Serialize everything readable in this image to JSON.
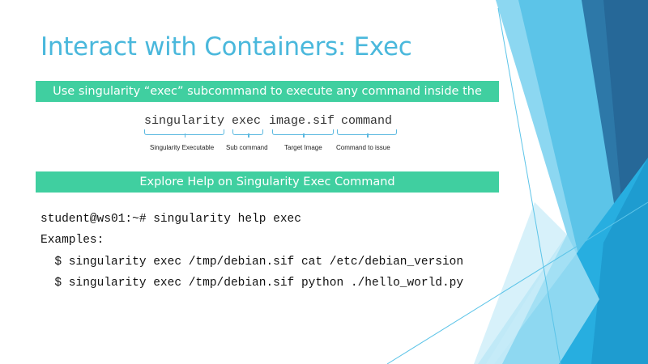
{
  "title": "Interact with Containers: Exec",
  "banner1": "Use singularity “exec” subcommand to execute any command inside the container",
  "syntax": {
    "parts": [
      {
        "text": "singularity",
        "label": "Singularity Executable"
      },
      {
        "text": "exec",
        "label": "Sub command"
      },
      {
        "text": "image.sif",
        "label": "Target Image"
      },
      {
        "text": "command",
        "label": "Command to issue"
      }
    ]
  },
  "banner2": "Explore Help on Singularity Exec Command",
  "terminal": [
    "student@ws01:~# singularity help exec",
    "Examples:",
    "  $ singularity exec /tmp/debian.sif cat /etc/debian_version",
    "  $ singularity exec /tmp/debian.sif python ./hello_world.py"
  ],
  "colors": {
    "accent": "#4ab8dc",
    "banner": "#40cfa0",
    "dark_blue": "#2a6fa3"
  }
}
